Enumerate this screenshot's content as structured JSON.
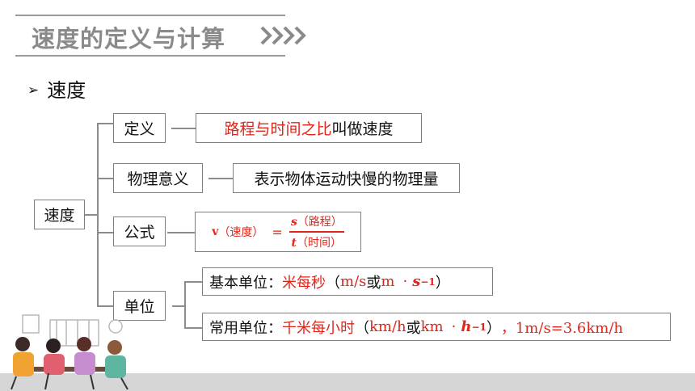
{
  "slide": {
    "title": "速度的定义与计算",
    "section_heading": "速度",
    "root_label": "速度",
    "branches": {
      "definition": {
        "label": "定义",
        "content_red": "路程与时间之比",
        "content_black": "叫做速度"
      },
      "meaning": {
        "label": "物理意义",
        "content": "表示物体运动快慢的物理量"
      },
      "formula": {
        "label": "公式",
        "lhs_symbol": "v",
        "lhs_note": "（速度）",
        "equals": "=",
        "numerator_symbol": "s",
        "numerator_note": "（路程）",
        "denominator_symbol": "t",
        "denominator_note": "（时间）"
      },
      "unit": {
        "label": "单位",
        "basic_prefix": "基本单位：",
        "basic_red": "米每秒",
        "basic_paren_open": "（",
        "basic_unit1": "m/s",
        "basic_or": "或",
        "basic_unit2_base": "m",
        "basic_dot": "·",
        "basic_unit2_sym": "s",
        "basic_unit2_exp": "−1",
        "basic_paren_close": "）",
        "common_prefix": "常用单位：",
        "common_red": "千米每小时",
        "common_paren_open": "（",
        "common_unit1": "km/h",
        "common_or": "或",
        "common_unit2_base": "km",
        "common_dot": "·",
        "common_unit2_sym": "h",
        "common_unit2_exp": "−1",
        "common_paren_close": "）",
        "common_conversion": "，1m/s=3.6km/h"
      }
    }
  },
  "colors": {
    "accent_red": "#e0261a",
    "title_gray": "#8a8a8a",
    "border_gray": "#7f7f7f"
  }
}
